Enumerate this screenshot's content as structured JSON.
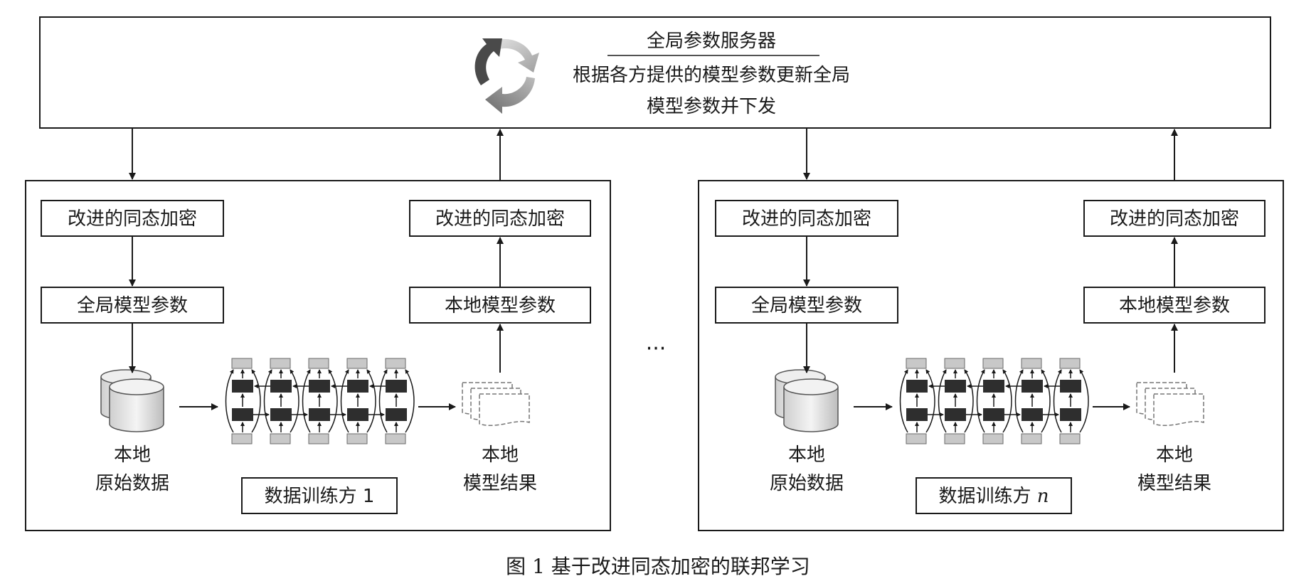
{
  "server": {
    "title": "全局参数服务器",
    "line1": "根据各方提供的模型参数更新全局",
    "line2": "模型参数并下发"
  },
  "party_left": {
    "enc_down": "改进的同态加密",
    "enc_up": "改进的同态加密",
    "global_params": "全局模型参数",
    "local_params": "本地模型参数",
    "raw_data_line1": "本地",
    "raw_data_line2": "原始数据",
    "result_line1": "本地",
    "result_line2": "模型结果",
    "trainer_name": "数据训练方",
    "trainer_index": "1"
  },
  "party_right": {
    "enc_down": "改进的同态加密",
    "enc_up": "改进的同态加密",
    "global_params": "全局模型参数",
    "local_params": "本地模型参数",
    "raw_data_line1": "本地",
    "raw_data_line2": "原始数据",
    "result_line1": "本地",
    "result_line2": "模型结果",
    "trainer_name": "数据训练方",
    "trainer_index": "n"
  },
  "ellipsis": "···",
  "caption": {
    "figure": "图 1",
    "text": "基于改进同态加密的联邦学习"
  },
  "icons": {
    "server": "recycle-arrows-icon",
    "database": "database-icon",
    "network": "neural-network-icon",
    "results": "documents-icon"
  }
}
